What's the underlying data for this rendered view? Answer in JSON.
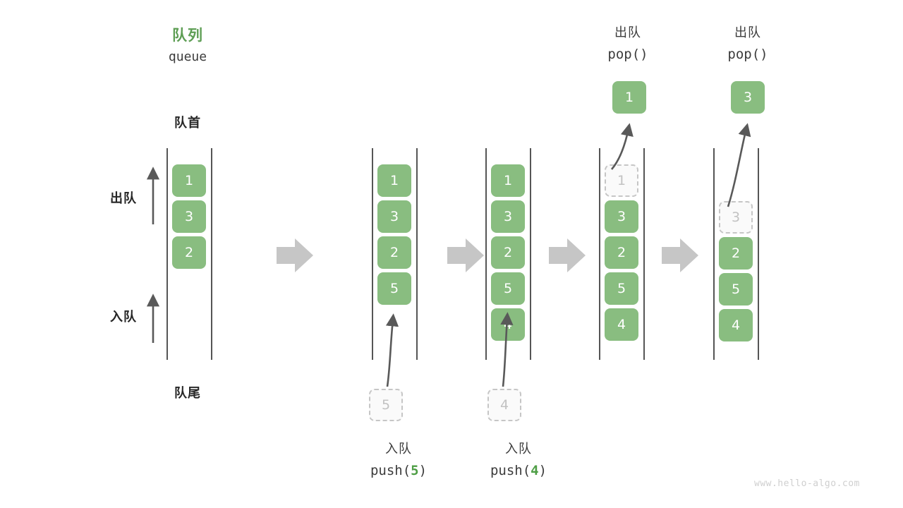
{
  "header": {
    "title_cn": "队列",
    "title_en": "queue",
    "front_label": "队首",
    "rear_label": "队尾",
    "dequeue_label": "出队",
    "enqueue_label": "入队"
  },
  "colors": {
    "cell_green": "#89bd80",
    "title_green": "#5e9e55",
    "code_green": "#4e9e45",
    "ghost_fill": "#fafafa",
    "ghost_border": "#c6c6c6",
    "rail": "#555555",
    "arrow_gray": "#c6c6c6",
    "thin_arrow": "#595959",
    "text": "#3c3c3c",
    "watermark": "#cfcfcf"
  },
  "watermark": "www.hello-algo.com",
  "steps": [
    {
      "id": "initial",
      "caption_cn": "",
      "caption_code": "",
      "cells": [
        {
          "value": "1",
          "ghost": false
        },
        {
          "value": "3",
          "ghost": false
        },
        {
          "value": "2",
          "ghost": false
        }
      ],
      "incoming": null,
      "popped": null
    },
    {
      "id": "push-5",
      "caption_cn": "入队",
      "caption_code_prefix": "push(",
      "caption_code_arg": "5",
      "caption_code_suffix": ")",
      "cells": [
        {
          "value": "1",
          "ghost": false
        },
        {
          "value": "3",
          "ghost": false
        },
        {
          "value": "2",
          "ghost": false
        },
        {
          "value": "5",
          "ghost": false
        }
      ],
      "incoming": {
        "value": "5"
      },
      "popped": null
    },
    {
      "id": "push-4",
      "caption_cn": "入队",
      "caption_code_prefix": "push(",
      "caption_code_arg": "4",
      "caption_code_suffix": ")",
      "cells": [
        {
          "value": "1",
          "ghost": false
        },
        {
          "value": "3",
          "ghost": false
        },
        {
          "value": "2",
          "ghost": false
        },
        {
          "value": "5",
          "ghost": false
        },
        {
          "value": "4",
          "ghost": false
        }
      ],
      "incoming": {
        "value": "4"
      },
      "popped": null
    },
    {
      "id": "pop-1",
      "caption_cn": "出队",
      "caption_code_prefix": "pop(",
      "caption_code_arg": "",
      "caption_code_suffix": ")",
      "cells": [
        {
          "value": "1",
          "ghost": true
        },
        {
          "value": "3",
          "ghost": false
        },
        {
          "value": "2",
          "ghost": false
        },
        {
          "value": "5",
          "ghost": false
        },
        {
          "value": "4",
          "ghost": false
        }
      ],
      "incoming": null,
      "popped": {
        "value": "1"
      }
    },
    {
      "id": "pop-3",
      "caption_cn": "出队",
      "caption_code_prefix": "pop(",
      "caption_code_arg": "",
      "caption_code_suffix": ")",
      "cells": [
        {
          "value": "3",
          "ghost": true
        },
        {
          "value": "2",
          "ghost": false
        },
        {
          "value": "5",
          "ghost": false
        },
        {
          "value": "4",
          "ghost": false
        }
      ],
      "incoming": null,
      "popped": {
        "value": "3"
      }
    }
  ]
}
